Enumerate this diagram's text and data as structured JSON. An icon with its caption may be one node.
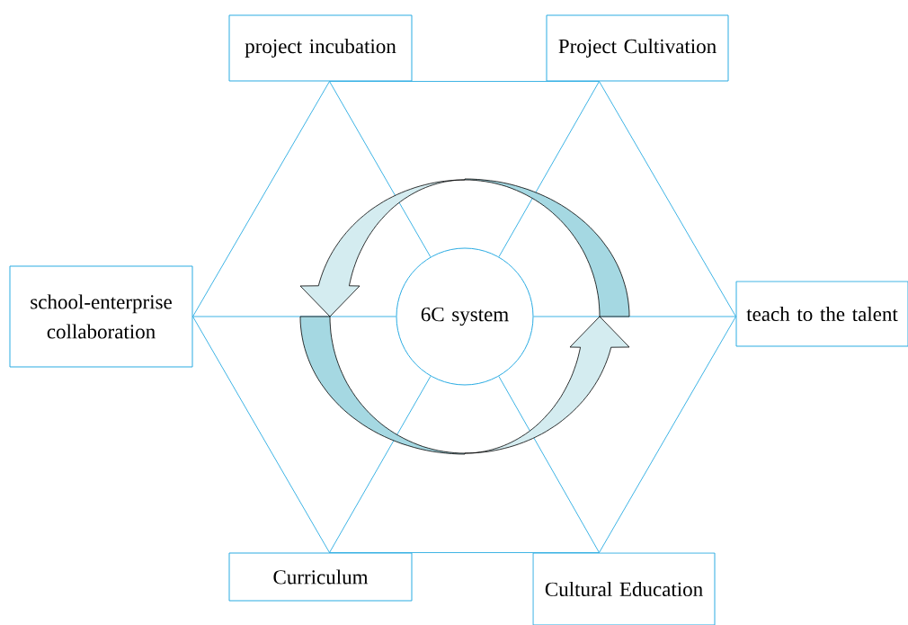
{
  "diagram": {
    "nodes": [
      {
        "text": [
          "project incubation"
        ]
      },
      {
        "text": [
          "Project Cultivation"
        ]
      },
      {
        "text": [
          "school-enterprise collaboration"
        ]
      },
      {
        "text": [
          "6C system"
        ]
      },
      {
        "text": [
          "teach to the talent"
        ]
      },
      {
        "text": [
          "Curriculum"
        ]
      },
      {
        "text": [
          "Cultural Education"
        ]
      }
    ],
    "edges": [
      {
        "from": 0,
        "to": 1,
        "arrow": "none"
      },
      {
        "from": 1,
        "to": 4,
        "arrow": "none"
      },
      {
        "from": 4,
        "to": 6,
        "arrow": "none"
      },
      {
        "from": 6,
        "to": 5,
        "arrow": "none"
      },
      {
        "from": 5,
        "to": 2,
        "arrow": "none"
      },
      {
        "from": 2,
        "to": 0,
        "arrow": "none"
      },
      {
        "from": 3,
        "to": 0,
        "arrow": "none"
      },
      {
        "from": 3,
        "to": 1,
        "arrow": "none"
      },
      {
        "from": 3,
        "to": 2,
        "arrow": "none"
      },
      {
        "from": 3,
        "to": 4,
        "arrow": "none"
      },
      {
        "from": 3,
        "to": 5,
        "arrow": "none"
      },
      {
        "from": 3,
        "to": 6,
        "arrow": "none"
      }
    ]
  }
}
